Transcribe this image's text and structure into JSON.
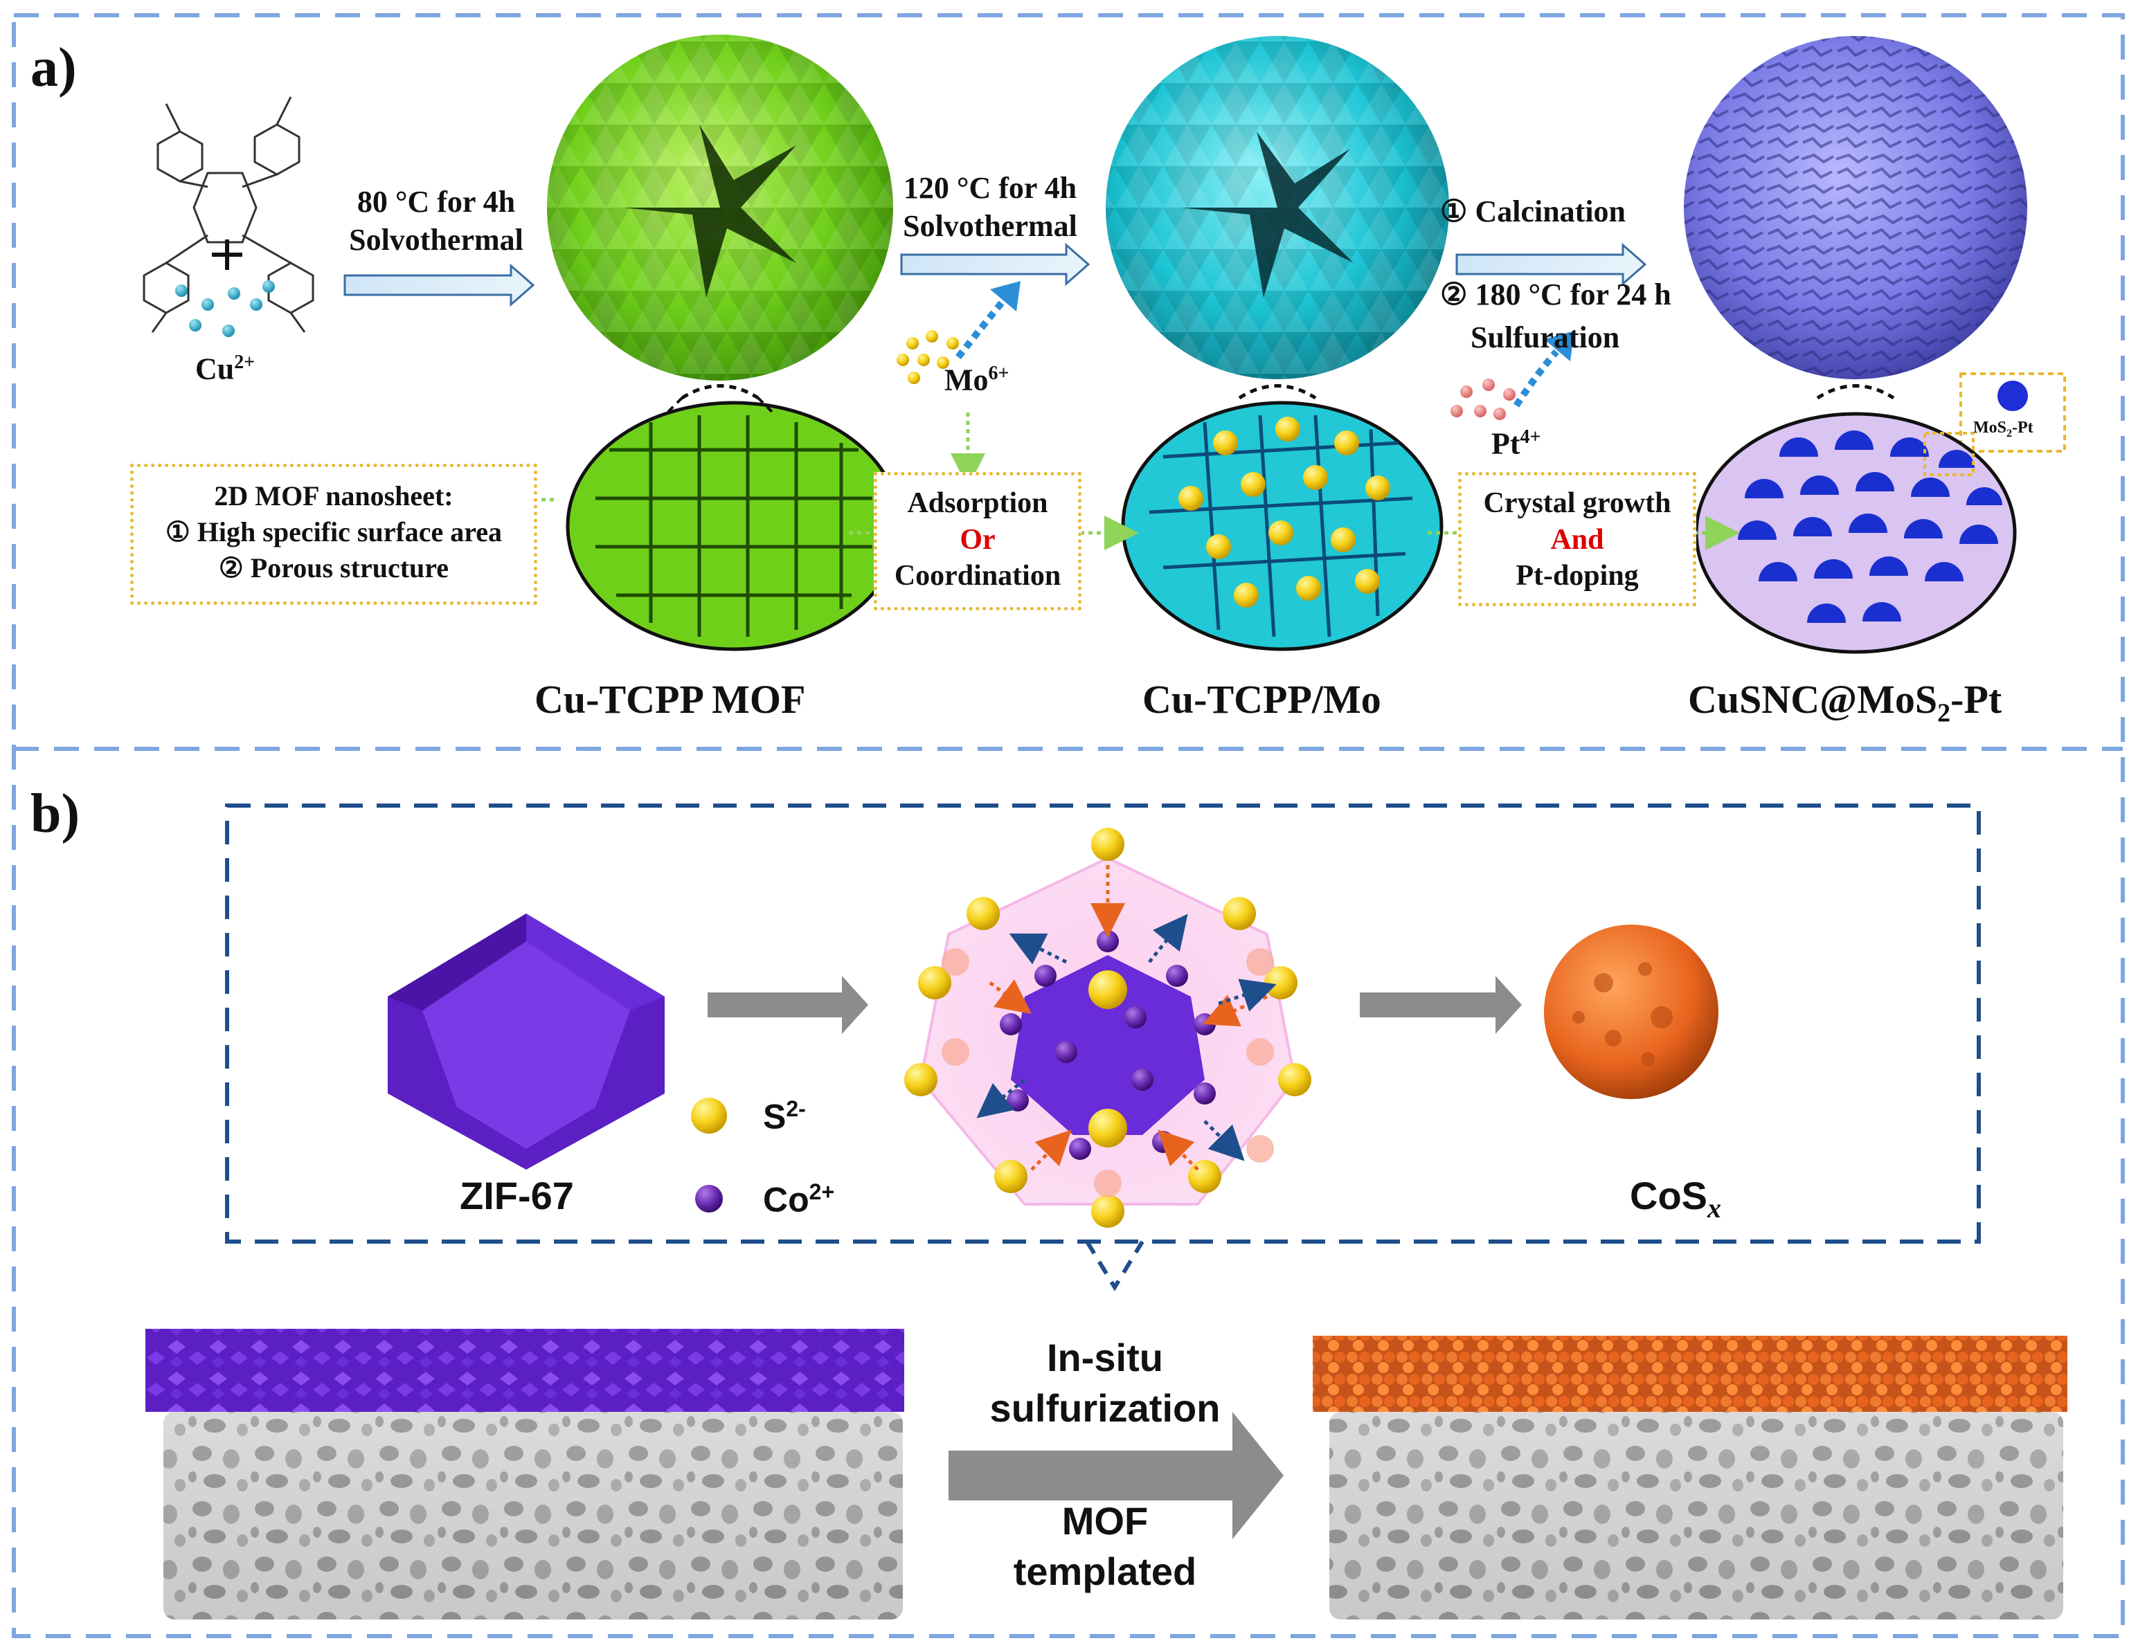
{
  "panel_a": {
    "label": "a)",
    "cu_ion": "Cu",
    "cu_charge": "2+",
    "step1": [
      "80 °C for 4h",
      "Solvothermal"
    ],
    "mof_box": [
      "2D MOF nanosheet:",
      "① High specific surface area",
      "② Porous structure"
    ],
    "step2": [
      "120 °C for 4h",
      "Solvothermal"
    ],
    "mo_ion": "Mo",
    "mo_charge": "6+",
    "adsorption_box": [
      "Adsorption",
      "Or",
      "Coordination"
    ],
    "step3": [
      "① Calcination",
      "② 180 °C for 24 h",
      "Sulfuration"
    ],
    "pt_ion": "Pt",
    "pt_charge": "4+",
    "crystal_box": [
      "Crystal growth",
      "And",
      "Pt-doping"
    ],
    "mos2_legend_pre": "MoS",
    "mos2_legend_sub": "2",
    "mos2_legend_post": "-Pt",
    "products": {
      "p1": "Cu-TCPP MOF",
      "p2": "Cu-TCPP/Mo",
      "p3_pre": "CuSNC@MoS",
      "p3_sub": "2",
      "p3_post": "-Pt"
    }
  },
  "panel_b": {
    "label": "b)",
    "zif": "ZIF-67",
    "s_ion": "S",
    "s_charge": "2-",
    "co_ion": "Co",
    "co_charge": "2+",
    "cos_pre": "CoS",
    "cos_sub": "x",
    "process": [
      "In-situ",
      "sulfurization",
      "MOF",
      "templated"
    ]
  },
  "colors": {
    "outer_border": "#7ea6e0",
    "inner_border": "#1f4e8c",
    "mof_green": "#7ed321",
    "mo_cyan": "#22c8d6",
    "mos2_purple": "#7f7fe8",
    "zif_purple": "#6a2bd8",
    "cos_orange": "#e8641e",
    "red_text": "#dd0000"
  }
}
